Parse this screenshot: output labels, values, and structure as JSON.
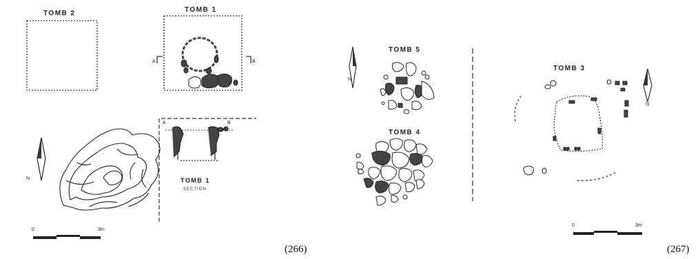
{
  "left_plate": {
    "tomb2_label": "TOMB 2",
    "tomb1_label": "TOMB 1",
    "section_a_left": "A",
    "section_b_left": "B",
    "section_title": "TOMB 1",
    "section_subtitle": "SECTION",
    "section_a": "A",
    "section_b": "B",
    "north_letter": "N",
    "scale_zero": "0",
    "scale_end": "3m",
    "figure_number": "(266)"
  },
  "right_plate": {
    "tomb5_label": "TOMB 5",
    "tomb4_label": "TOMB 4",
    "tomb3_label": "TOMB 3",
    "north_letter_left": "N",
    "north_letter_right": "N",
    "scale_zero": "0",
    "scale_end": "3m",
    "figure_number": "(267)"
  }
}
